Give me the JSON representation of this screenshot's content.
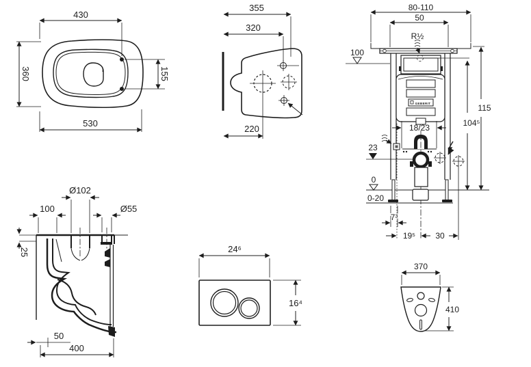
{
  "drawing": {
    "top_view": {
      "dim_seat_length": "430",
      "dim_width": "360",
      "dim_total_length": "530",
      "dim_hole_spacing": "155"
    },
    "rear_view": {
      "dim_total_depth": "355",
      "dim_hole_depth": "320",
      "dim_outlet_depth": "220"
    },
    "frame_view": {
      "dim_wall_distance": "80-110",
      "dim_rail_width": "50",
      "label_water_connection": "R½",
      "level_top": "100",
      "dim_height_total": "115",
      "dim_height_flush": "104⁵",
      "dim_bend": "18/23",
      "dim_outlet_height": "23",
      "level_zero": "0",
      "dim_floor_range": "0-20",
      "dim_foot_offset": "7³",
      "dim_inlet_offset": "19⁵",
      "dim_fixing_offset": "30",
      "brand_label": "GEBERIT"
    },
    "section_view": {
      "dim_outlet_dia": "Ø102",
      "dim_inlet_dia": "Ø55",
      "dim_outlet_offset": "100",
      "dim_rim_offset": "25",
      "dim_trap_offset": "50",
      "dim_depth": "400"
    },
    "plate_view": {
      "dim_width": "24⁶",
      "dim_height": "16⁴"
    },
    "gasket_view": {
      "dim_width": "370",
      "dim_height": "410"
    }
  }
}
